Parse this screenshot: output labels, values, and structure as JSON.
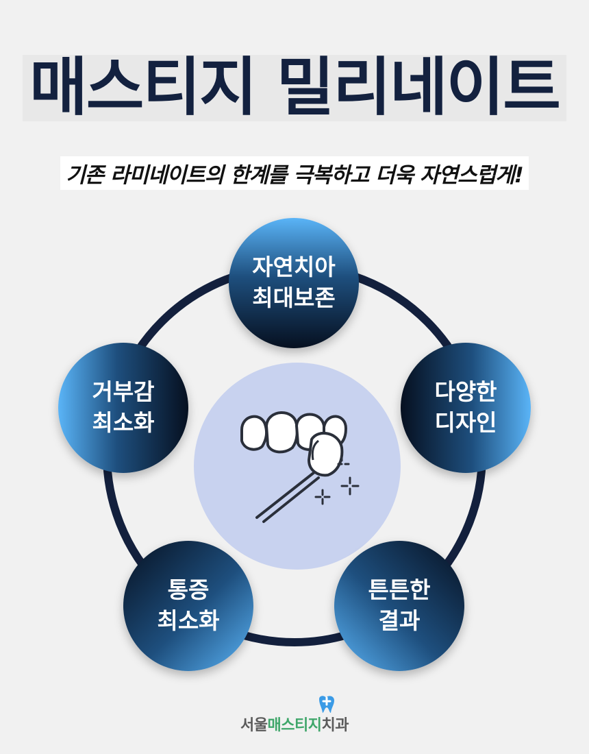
{
  "title": "매스티지 밀리네이트",
  "subtitle": "기존 라미네이트의 한계를 극복하고 더욱 자연스럽게!",
  "features": [
    {
      "line1": "자연치아",
      "line2": "최대보존"
    },
    {
      "line1": "다양한",
      "line2": "디자인"
    },
    {
      "line1": "튼튼한",
      "line2": "결과"
    },
    {
      "line1": "통증",
      "line2": "최소화"
    },
    {
      "line1": "거부감",
      "line2": "최소화"
    }
  ],
  "center_icon": "veneer-teeth-tweezers-icon",
  "logo": {
    "part1": "서울",
    "part2": "매스티지",
    "part3": "치과",
    "icon": "tooth-cross-icon"
  },
  "colors": {
    "title": "#13213f",
    "ring": "#13203d",
    "center_circle": "#c8d2ef",
    "node_light": "#5ab4f7",
    "node_dark": "#061020",
    "logo_green": "#3fa66a",
    "logo_blue": "#3b9be6"
  }
}
